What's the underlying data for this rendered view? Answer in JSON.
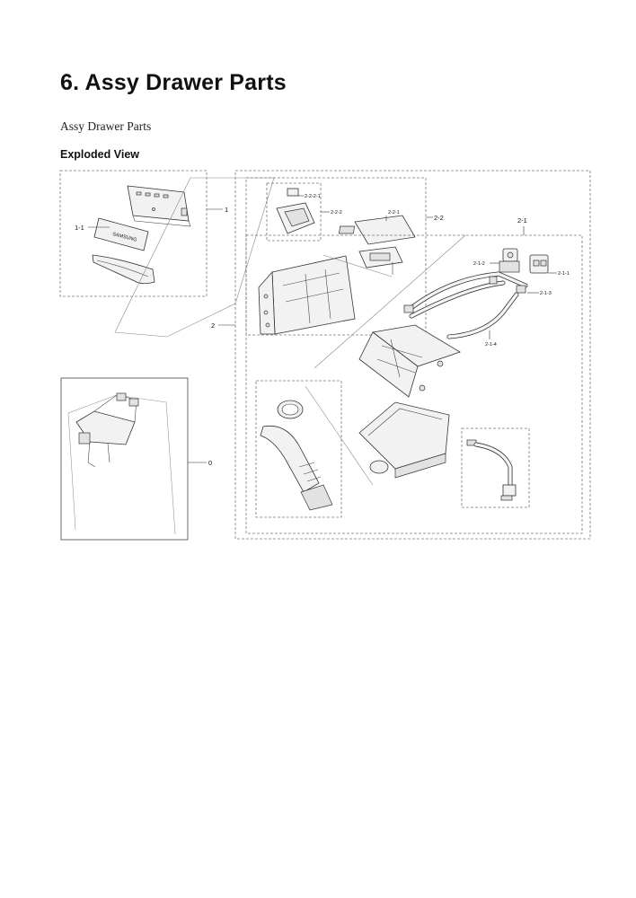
{
  "page": {
    "title": "6.  Assy Drawer Parts",
    "subtitle": "Assy Drawer Parts",
    "section": "Exploded View"
  },
  "callouts": {
    "c1": "1",
    "c1_1": "1-1",
    "c2": "2",
    "c2_1": "2-1",
    "c2_1_1": "2-1-1",
    "c2_1_2": "2-1-2",
    "c2_1_3": "2-1-3",
    "c2_1_4": "2-1-4",
    "c2_2": "2-2",
    "c2_2_1": "2-2-1",
    "c2_2_2": "2-2-2",
    "c2_2_2_1": "2-2-2-1",
    "c0": "0"
  }
}
